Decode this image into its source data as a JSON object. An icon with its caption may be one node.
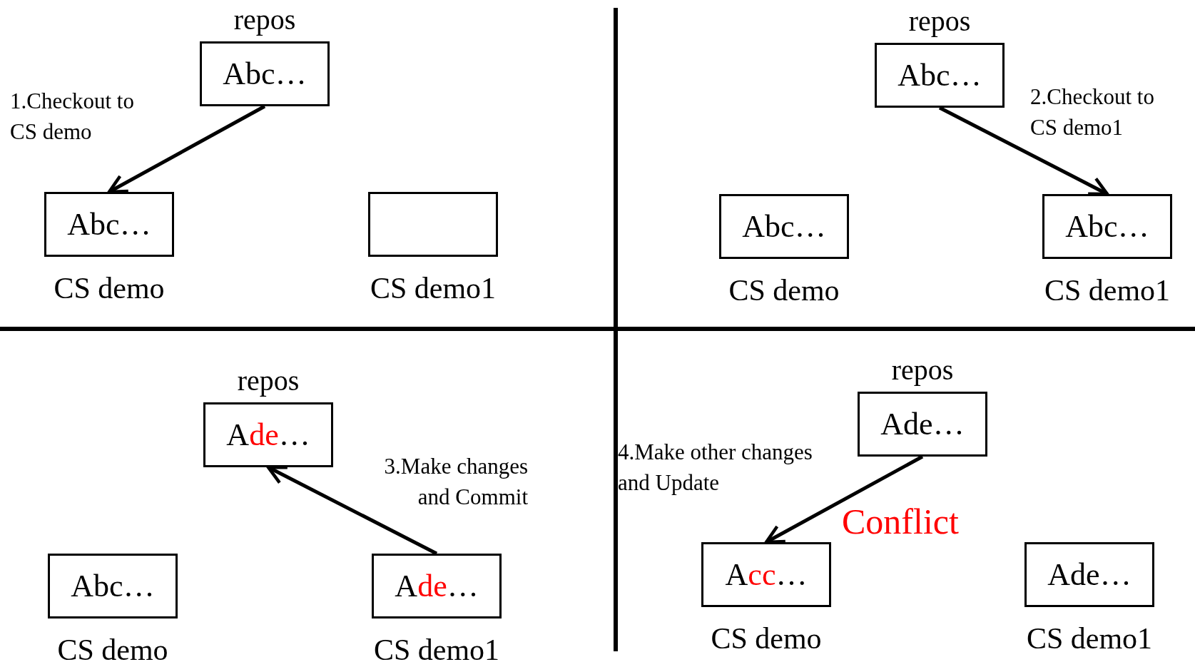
{
  "diagram": {
    "nodes": [
      {
        "text": [
          "Abc…"
        ],
        "beside": [
          "repos"
        ]
      },
      {
        "text": [
          "Abc…"
        ],
        "beside": [
          "CS demo"
        ]
      },
      {
        "text": [],
        "shape": "box",
        "beside": [
          "CS demo1"
        ]
      },
      {
        "text": [
          "Abc…"
        ],
        "beside": [
          "repos"
        ]
      },
      {
        "text": [
          "Abc…"
        ],
        "beside": [
          "CS demo"
        ]
      },
      {
        "text": [
          "Abc…"
        ],
        "beside": [
          "CS demo1"
        ]
      },
      {
        "text": [
          "Ade…"
        ],
        "beside": [
          "repos"
        ]
      },
      {
        "text": [
          "Abc…"
        ],
        "beside": [
          "CS demo"
        ]
      },
      {
        "text": [
          "Ade…"
        ],
        "beside": [
          "CS demo1"
        ]
      },
      {
        "text": [
          "Ade…"
        ],
        "beside": [
          "repos"
        ]
      },
      {
        "text": [
          "Acc…"
        ],
        "beside": [
          "CS demo"
        ]
      },
      {
        "text": [
          "Ade…"
        ],
        "beside": [
          "CS demo1"
        ]
      }
    ],
    "edges": [
      {
        "from": 0,
        "to": 1,
        "arrow": "to",
        "label": "1.Checkout to CS demo"
      },
      {
        "from": 3,
        "to": 5,
        "arrow": "to",
        "label": "2.Checkout to CS demo1"
      },
      {
        "from": 8,
        "to": 6,
        "arrow": "to",
        "label": "3.Make changes and Commit"
      },
      {
        "from": 9,
        "to": 10,
        "arrow": "to",
        "label": "4.Make other changes and Update"
      }
    ],
    "labels": [
      "Conflict"
    ]
  }
}
